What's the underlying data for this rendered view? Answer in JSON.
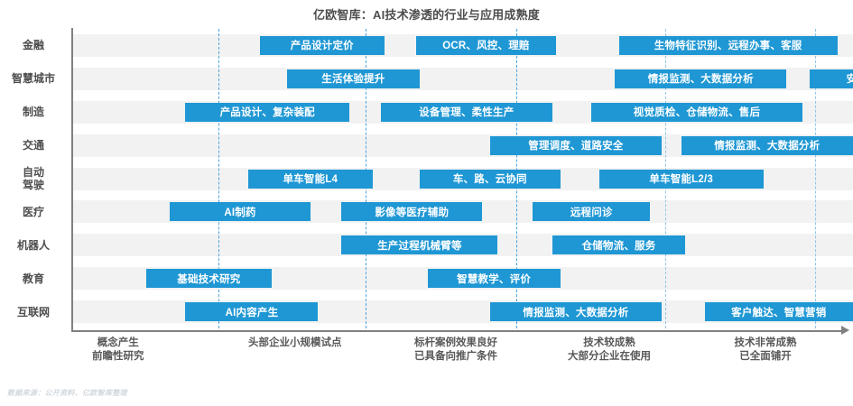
{
  "title": "亿欧智库：AI技术渗透的行业与应用成熟度",
  "source_note": "数据来源：公开资料、亿欧智库整理",
  "colors": {
    "bar": "#1f97d4",
    "band": "#f2f2f2",
    "gridline": "#4aa3df",
    "axis": "#808080",
    "title_text": "#4d4d4d"
  },
  "chart_data": {
    "type": "bar",
    "title": "亿欧智库：AI技术渗透的行业与应用成熟度",
    "xlabel": "",
    "ylabel": "",
    "grid": true,
    "legend": "none",
    "x_stage_labels": [
      "概念产生\n前瞻性研究",
      "头部企业小规模试点",
      "标杆案例效果良好\n已具备向推广条件",
      "技术较成熟\n大部分企业在使用",
      "技术非常成熟\n已全面铺开"
    ],
    "categories": [
      "金融",
      "智慧城市",
      "制造",
      "交通",
      "自动驾驶",
      "医疗",
      "机器人",
      "教育",
      "互联网"
    ],
    "rows": [
      {
        "label": "金融",
        "label_lines": [
          "金融"
        ],
        "items": [
          {
            "text": "产品设计定价",
            "start": 0.24,
            "end": 0.4
          },
          {
            "text": "OCR、风控、理赔",
            "start": 0.44,
            "end": 0.62
          },
          {
            "text": "生物特征识别、远程办事、客服",
            "start": 0.7,
            "end": 0.98
          }
        ]
      },
      {
        "label": "智慧城市",
        "label_lines": [
          "智慧城市"
        ],
        "items": [
          {
            "text": "生活体验提升",
            "start": 0.275,
            "end": 0.445
          },
          {
            "text": "情报监测、大数据分析",
            "start": 0.695,
            "end": 0.915
          },
          {
            "text": "安防",
            "start": 0.945,
            "end": 1.065
          }
        ]
      },
      {
        "label": "制造",
        "label_lines": [
          "制造"
        ],
        "items": [
          {
            "text": "产品设计、复杂装配",
            "start": 0.145,
            "end": 0.355
          },
          {
            "text": "设备管理、柔性生产",
            "start": 0.395,
            "end": 0.615
          },
          {
            "text": "视觉质检、仓储物流、售后",
            "start": 0.665,
            "end": 0.935
          }
        ]
      },
      {
        "label": "交通",
        "label_lines": [
          "交通"
        ],
        "items": [
          {
            "text": "管理调度、道路安全",
            "start": 0.535,
            "end": 0.755
          },
          {
            "text": "情报监测、大数据分析",
            "start": 0.78,
            "end": 1.0
          }
        ]
      },
      {
        "label": "自动驾驶",
        "label_lines": [
          "自动",
          "驾驶"
        ],
        "items": [
          {
            "text": "单车智能L4",
            "start": 0.225,
            "end": 0.385
          },
          {
            "text": "车、路、云协同",
            "start": 0.445,
            "end": 0.625
          },
          {
            "text": "单车智能L2/3",
            "start": 0.675,
            "end": 0.885
          }
        ]
      },
      {
        "label": "医疗",
        "label_lines": [
          "医疗"
        ],
        "items": [
          {
            "text": "AI制药",
            "start": 0.125,
            "end": 0.305
          },
          {
            "text": "影像等医疗辅助",
            "start": 0.345,
            "end": 0.525
          },
          {
            "text": "远程问诊",
            "start": 0.59,
            "end": 0.74
          }
        ]
      },
      {
        "label": "机器人",
        "label_lines": [
          "机器人"
        ],
        "items": [
          {
            "text": "生产过程机械臂等",
            "start": 0.345,
            "end": 0.545
          },
          {
            "text": "仓储物流、服务",
            "start": 0.615,
            "end": 0.785
          }
        ]
      },
      {
        "label": "教育",
        "label_lines": [
          "教育"
        ],
        "items": [
          {
            "text": "基础技术研究",
            "start": 0.095,
            "end": 0.255
          },
          {
            "text": "智慧教学、评价",
            "start": 0.455,
            "end": 0.625
          }
        ]
      },
      {
        "label": "互联网",
        "label_lines": [
          "互联网"
        ],
        "items": [
          {
            "text": "AI内容产生",
            "start": 0.145,
            "end": 0.315
          },
          {
            "text": "情报监测、大数据分析",
            "start": 0.535,
            "end": 0.755
          },
          {
            "text": "客户触达、智慧营销",
            "start": 0.81,
            "end": 1.0
          }
        ]
      }
    ],
    "gridline_positions": [
      0.187,
      0.376,
      0.569,
      0.759,
      0.951
    ]
  }
}
